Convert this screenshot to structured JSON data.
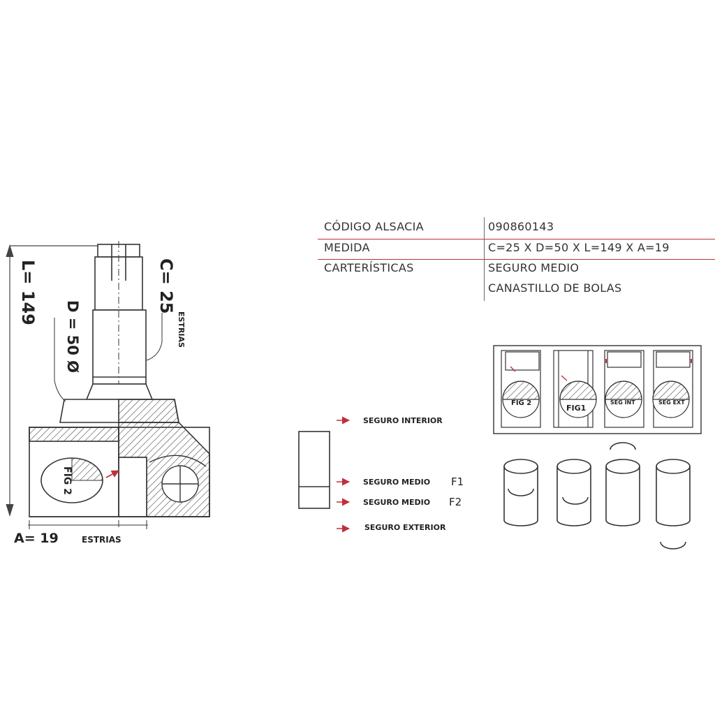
{
  "dimensions": {
    "l_label": "L= 149",
    "d_label": "D = 50 Ø",
    "c_label": "C= 25",
    "c_estrias": "ESTRIAS",
    "a_label": "A=  19",
    "a_estrias": "ESTRIAS"
  },
  "spec_table": {
    "rows": [
      {
        "key": "CÓDIGO ALSACIA",
        "value": "090860143"
      },
      {
        "key": "MEDIDA",
        "value": "C=25  X D=50 X L=149 X A=19"
      },
      {
        "key": "CARTERÍSTICAS",
        "value": "SEGURO MEDIO"
      },
      {
        "key": "",
        "value": "CANASTILLO DE BOLAS"
      }
    ]
  },
  "retainers": [
    {
      "label": "SEGURO INTERIOR",
      "suffix": ""
    },
    {
      "label": "SEGURO MEDIO",
      "suffix": "F1"
    },
    {
      "label": "SEGURO MEDIO",
      "suffix": "F2"
    },
    {
      "label": "SEGURO EXTERIOR",
      "suffix": ""
    }
  ],
  "figures": [
    "FIG 2",
    "FIG1",
    "SEG INT",
    "SEG EXT"
  ],
  "drawing_labels": {
    "fig2": "FIG 2"
  },
  "colors": {
    "accent_red": "#c0303a",
    "line": "#333333",
    "hatch": "#555555"
  }
}
